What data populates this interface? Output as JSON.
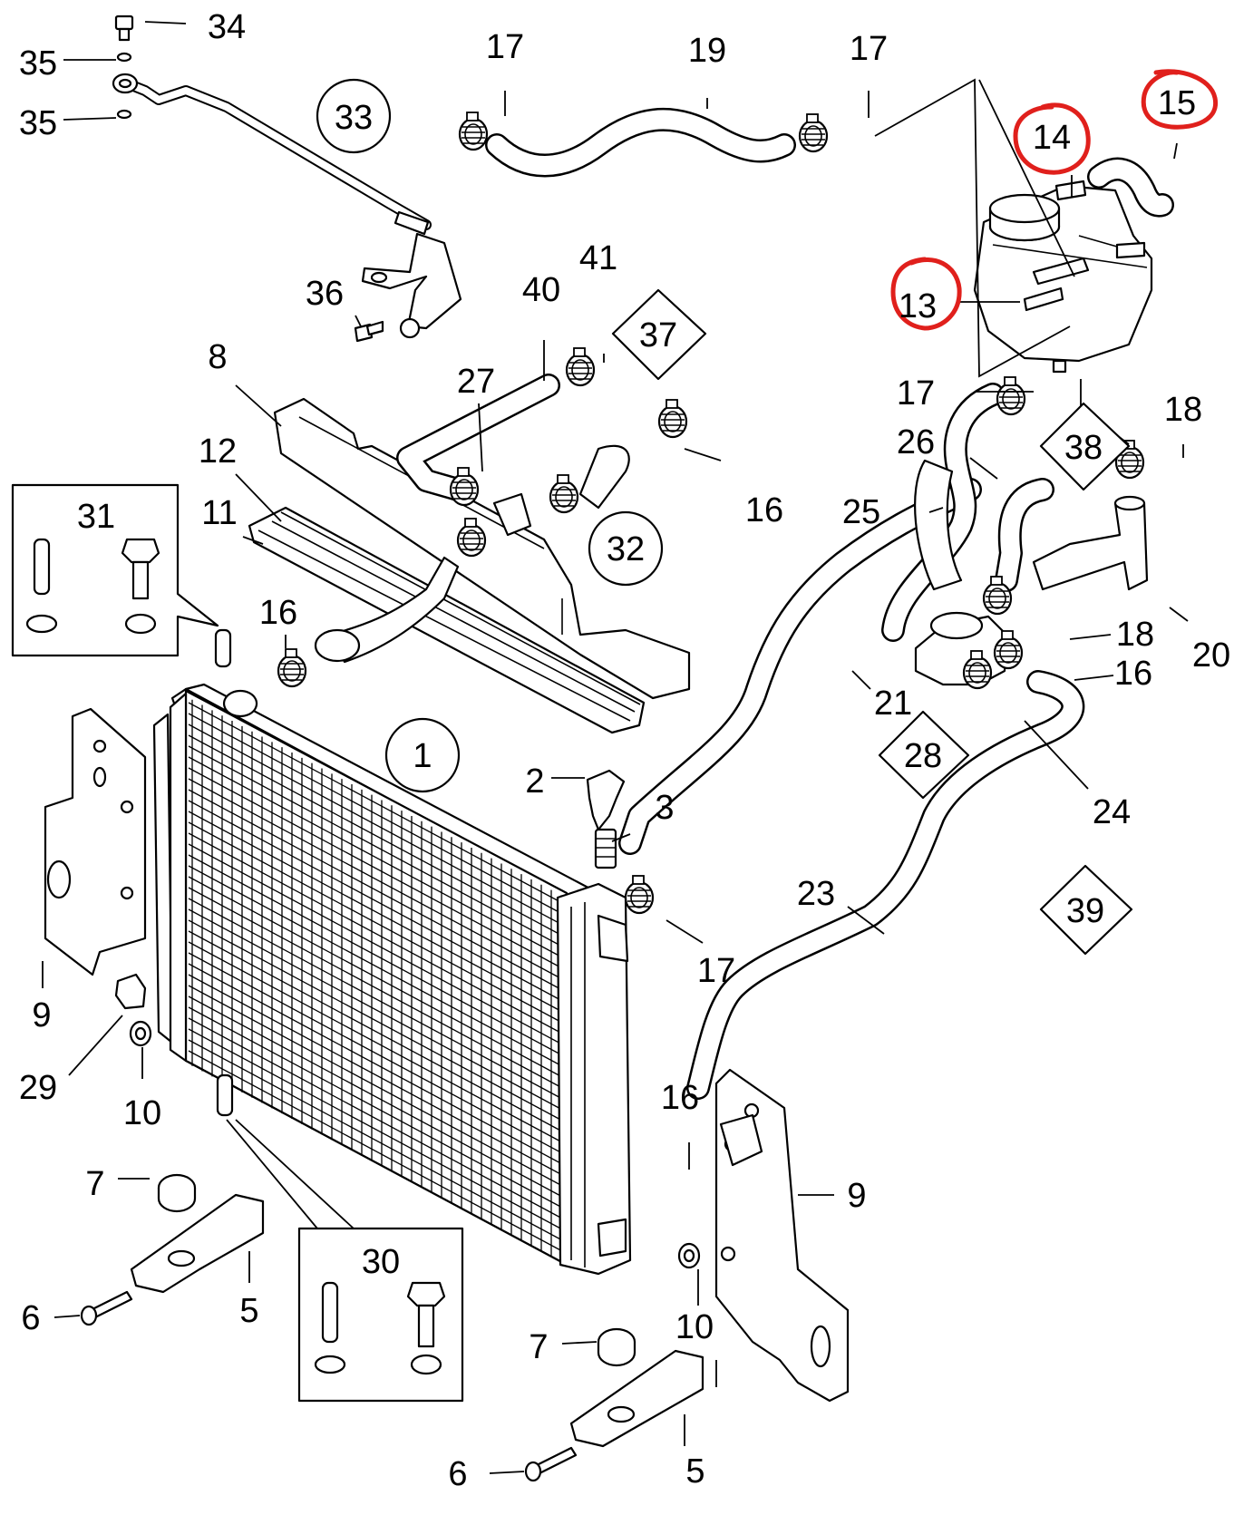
{
  "diagram": {
    "labels": {
      "p1": "1",
      "p2": "2",
      "p3": "3",
      "p5a": "5",
      "p5b": "5",
      "p6a": "6",
      "p6b": "6",
      "p7a": "7",
      "p7b": "7",
      "p8": "8",
      "p9a": "9",
      "p9b": "9",
      "p10a": "10",
      "p10b": "10",
      "p11": "11",
      "p12": "12",
      "p13": "13",
      "p14": "14",
      "p15": "15",
      "p16a": "16",
      "p16b": "16",
      "p16c": "16",
      "p16d": "16",
      "p17a": "17",
      "p17b": "17",
      "p17c": "17",
      "p17d": "17",
      "p18a": "18",
      "p18b": "18",
      "p19": "19",
      "p20": "20",
      "p21": "21",
      "p23": "23",
      "p24": "24",
      "p25": "25",
      "p26": "26",
      "p27": "27",
      "p28": "28",
      "p29": "29",
      "p30": "30",
      "p31": "31",
      "p32": "32",
      "p33": "33",
      "p34": "34",
      "p35a": "35",
      "p35b": "35",
      "p36": "36",
      "p37": "37",
      "p38": "38",
      "p39": "39",
      "p40": "40",
      "p41": "41"
    },
    "highlight_color": "#e0201c",
    "highlighted_parts": [
      "13",
      "14",
      "15"
    ]
  }
}
